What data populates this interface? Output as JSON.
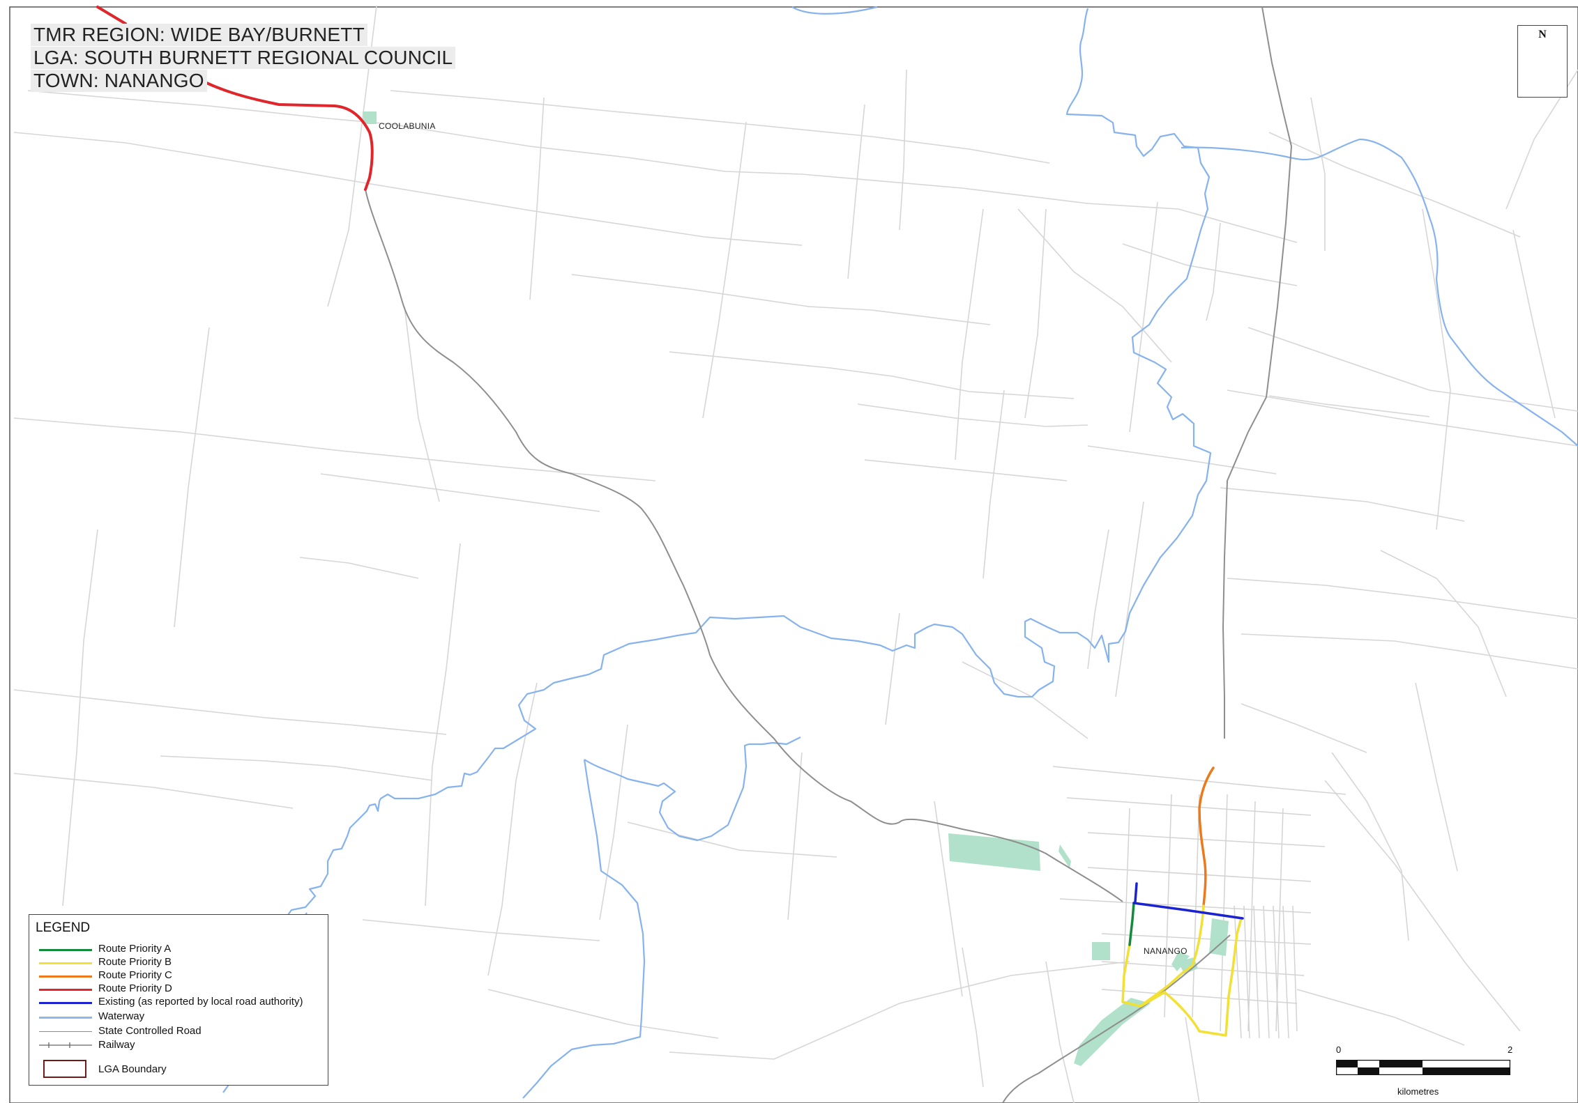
{
  "title": {
    "region": "TMR REGION: WIDE BAY/BURNETT",
    "lga": "LGA: SOUTH BURNETT REGIONAL COUNCIL",
    "town": "TOWN: NANANGO"
  },
  "places": {
    "coolabunia": "COOLABUNIA",
    "nanango": "NANANGO"
  },
  "north_arrow": {
    "letter": "N"
  },
  "legend": {
    "title": "LEGEND",
    "items": [
      {
        "label": "Route Priority A",
        "color": "#138a3c",
        "style": "line"
      },
      {
        "label": "Route Priority B",
        "color": "#f2e034",
        "style": "line"
      },
      {
        "label": "Route Priority C",
        "color": "#ec7a1c",
        "style": "line"
      },
      {
        "label": "Route Priority D",
        "color": "#e0262b",
        "style": "line"
      },
      {
        "label": "Existing (as reported by local road authority)",
        "color": "#1b22cf",
        "style": "line"
      },
      {
        "label": "Waterway",
        "color": "#8fb8e8",
        "style": "line"
      },
      {
        "label": "State Controlled Road",
        "color": "#8c8c8c",
        "style": "thin"
      },
      {
        "label": "Railway",
        "color": "#666666",
        "style": "rail"
      }
    ],
    "boundary": {
      "label": "LGA Boundary",
      "color": "#6e1a1a"
    }
  },
  "scale": {
    "min_label": "0",
    "max_label": "2",
    "units": "kilometres"
  },
  "colors": {
    "waterway": "#86b2ee",
    "state_road": "#8e8e8e",
    "local_road": "#d6d6d6",
    "park": "#b1e1cb",
    "priority_a": "#138a3c",
    "priority_b": "#f2e034",
    "priority_c": "#ec7a1c",
    "priority_d": "#e0262b",
    "existing": "#1b22cf"
  }
}
